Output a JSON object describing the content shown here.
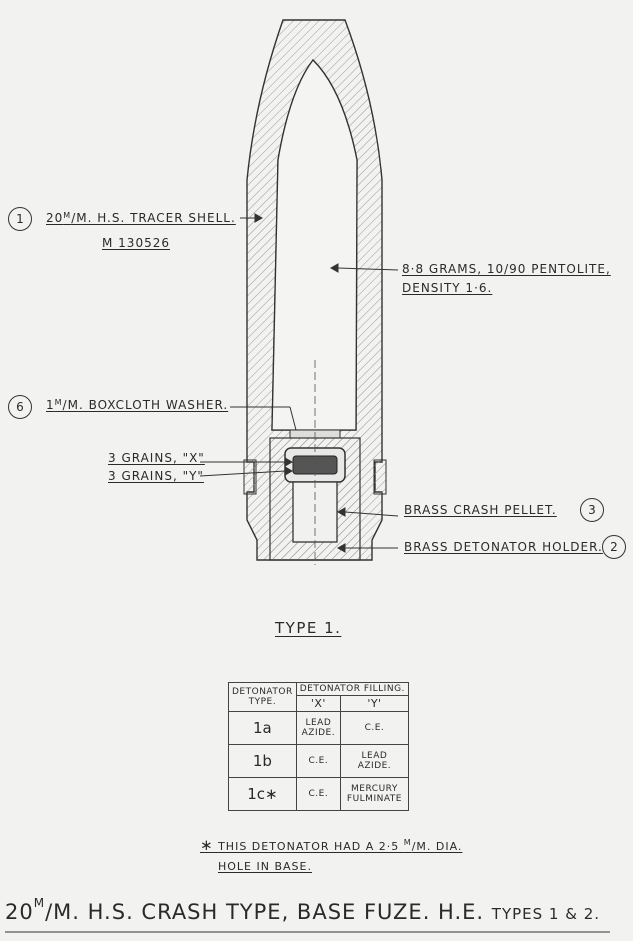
{
  "labels": {
    "tracer_shell": {
      "number": "1",
      "line1_pre": "20",
      "line1_sup": "M",
      "line1_post": "/M. H.S. TRACER SHELL.",
      "line2": "M 130526"
    },
    "washer": {
      "number": "6",
      "pre": "1",
      "sup": "M",
      "post": "/M. BOXCLOTH WASHER."
    },
    "grains_x": "3 GRAINS, \"X\"",
    "grains_y": "3 GRAINS, \"Y\"",
    "pentolite_line1": "8·8 GRAMS, 10/90 PENTOLITE,",
    "pentolite_line2": "DENSITY 1·6.",
    "crash_pellet": {
      "text": "BRASS CRASH PELLET.",
      "number": "3"
    },
    "detonator_holder": {
      "text": "BRASS DETONATOR HOLDER.",
      "number": "2"
    }
  },
  "type_caption": "TYPE 1.",
  "table": {
    "header_type": [
      "DETONATOR",
      "TYPE."
    ],
    "header_filling": "DETONATOR FILLING.",
    "col_x": "'X'",
    "col_y": "'Y'",
    "rows": [
      {
        "type": "1a",
        "x": [
          "LEAD",
          "AZIDE."
        ],
        "y": [
          "C.E."
        ]
      },
      {
        "type": "1b",
        "x": [
          "C.E."
        ],
        "y": [
          "LEAD",
          "AZIDE."
        ]
      },
      {
        "type": "1c∗",
        "x": [
          "C.E."
        ],
        "y": [
          "MERCURY",
          "FULMINATE"
        ]
      }
    ]
  },
  "footnote": {
    "star": "∗",
    "line1_pre": "THIS DETONATOR HAD A 2·5 ",
    "line1_sup": "M",
    "line1_post": "/M. DIA.",
    "line2": "HOLE IN BASE."
  },
  "title": {
    "pre": "20",
    "sup": "M",
    "main": "/M. H.S. CRASH TYPE, BASE FUZE. H.E.",
    "types": "TYPES 1 & 2."
  }
}
